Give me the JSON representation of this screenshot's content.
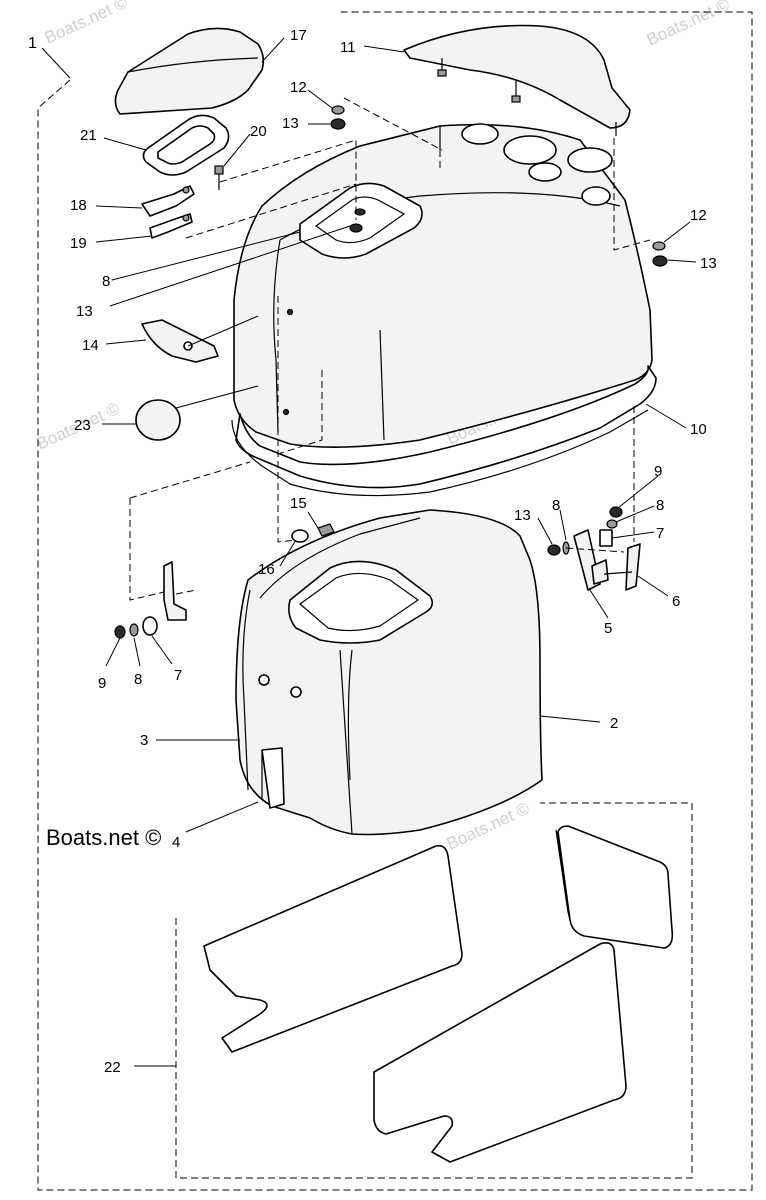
{
  "brand": "Boats.net ©",
  "watermark": "Boats.net ©",
  "callouts": {
    "c1": "1",
    "c2": "2",
    "c3": "3",
    "c4": "4",
    "c5": "5",
    "c6": "6",
    "c7a": "7",
    "c7b": "7",
    "c8a": "8",
    "c8b": "8",
    "c8c": "8",
    "c8d": "8",
    "c9a": "9",
    "c9b": "9",
    "c10": "10",
    "c11": "11",
    "c12a": "12",
    "c12b": "12",
    "c13a": "13",
    "c13b": "13",
    "c13c": "13",
    "c13d": "13",
    "c14": "14",
    "c15": "15",
    "c16": "16",
    "c17": "17",
    "c18": "18",
    "c19": "19",
    "c20": "20",
    "c21": "21",
    "c22": "22",
    "c23": "23"
  }
}
